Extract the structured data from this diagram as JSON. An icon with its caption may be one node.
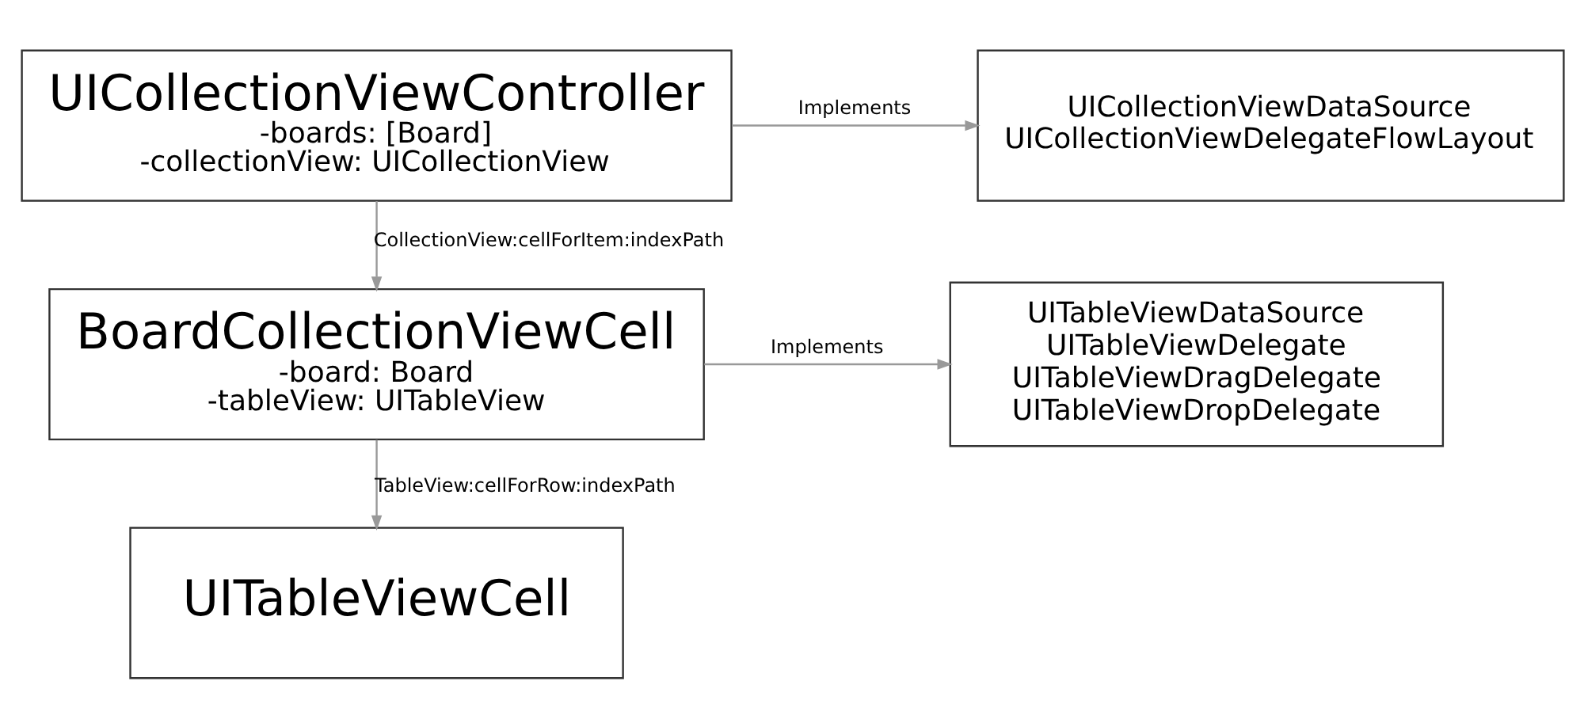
{
  "diagram": {
    "nodes": [
      {
        "text": [
          "UICollectionViewController",
          "-boards: [Board]",
          "-collectionView: UICollectionView"
        ]
      },
      {
        "text": [
          "UICollectionViewDataSource",
          "UICollectionViewDelegateFlowLayout"
        ]
      },
      {
        "text": [
          "BoardCollectionViewCell",
          "-board: Board",
          "-tableView: UITableView"
        ]
      },
      {
        "text": [
          "UITableViewDataSource",
          "UITableViewDelegate",
          "UITableViewDragDelegate",
          "UITableViewDropDelegate"
        ]
      },
      {
        "text": [
          "UITableViewCell"
        ]
      }
    ],
    "edges": [
      {
        "from": 0,
        "to": 1,
        "arrow": "to",
        "label": "Implements"
      },
      {
        "from": 0,
        "to": 2,
        "arrow": "to",
        "label": "CollectionView:cellForItem:indexPath"
      },
      {
        "from": 2,
        "to": 3,
        "arrow": "to",
        "label": "Implements"
      },
      {
        "from": 2,
        "to": 4,
        "arrow": "to",
        "label": "TableView:cellForRow:indexPath"
      }
    ]
  }
}
